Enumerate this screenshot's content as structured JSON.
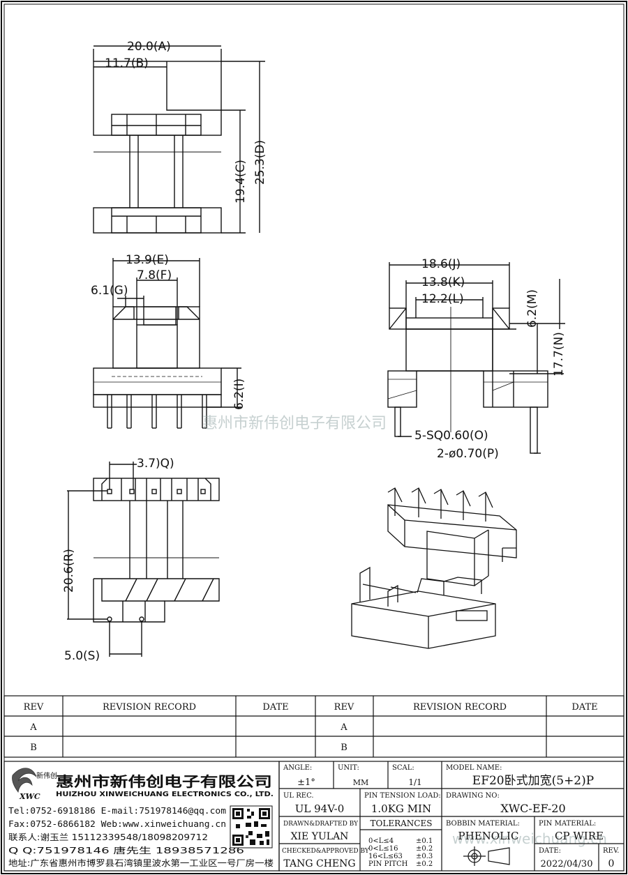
{
  "dimensions": {
    "A": "20.0(A)",
    "B": "11.7(B)",
    "C": "19.4(C)",
    "D": "25.3(D)",
    "E": "13.9(E)",
    "F": "7.8(F)",
    "G": "6.1(G)",
    "I": "6.2(I)",
    "J": "18.6(J)",
    "K": "13.8(K)",
    "L": "12.2(L)",
    "M": "6.2(M)",
    "N": "17.7(N)",
    "O": "5-SQ0.60(O)",
    "P": "2-ø0.70(P)",
    "Q": "3.7)Q)",
    "R": "20.6(R)",
    "S": "5.0(S)"
  },
  "watermark": {
    "company": "惠州市新伟创电子有限公司",
    "url": "www.xinweichuang.cn"
  },
  "revision_table": {
    "headers": [
      "REV",
      "REVISION RECORD",
      "DATE",
      "REV",
      "REVISION RECORD",
      "DATE"
    ],
    "rows": [
      [
        "A",
        "",
        "",
        "A",
        "",
        ""
      ],
      [
        "B",
        "",
        "",
        "B",
        "",
        ""
      ]
    ]
  },
  "company": {
    "name_cn": "惠州市新伟创电子有限公司",
    "name_en": "HUIZHOU XINWEICHUANG ELECTRONICS CO., LTD.",
    "logo_cn": "新伟创",
    "logo_en": "XWC",
    "tel_line": "Tel:0752-6918186 E-mail:751978146@qq.com",
    "fax_line": "Fax:0752-6866182 Web:www.xinweichuang.cn",
    "contact_line": "联系人:谢玉兰 15112339548/18098209712",
    "qq_line": "Q Q:751978146    唐先生 18938571286",
    "address_line": "地址:广东省惠州市博罗县石湾镇里波水第一工业区一号厂房一楼"
  },
  "title_block": {
    "angle_label": "ANGLE:",
    "angle_value": "±1°",
    "unit_label": "UNIT:",
    "unit_value": "MM",
    "scale_label": "SCAL:",
    "scale_value": "1/1",
    "model_label": "MODEL NAME:",
    "model_value": "EF20卧式加宽(5+2)P",
    "ul_label": "UL REC.",
    "ul_value": "UL 94V-0",
    "pin_tension_label": "PIN TENSION LOAD:",
    "pin_tension_value": "1.0KG MIN",
    "drawing_label": "DRAWING NO:",
    "drawing_value": "XWC-EF-20",
    "drawn_label": "DRAWN&DRAFTED BY",
    "drawn_value": "XIE YULAN",
    "tolerances_label": "TOLERANCES",
    "tolerance_rows": [
      [
        "0<L≤4",
        "±0.1"
      ],
      [
        "0<L≤16",
        "±0.2"
      ],
      [
        "16<L≤63",
        "±0.3"
      ],
      [
        "PIN PITCH",
        "±0.2"
      ]
    ],
    "bobbin_label": "BOBBIN MATERIAL:",
    "bobbin_value": "PHENOLIC",
    "pin_material_label": "PIN MATERIAL:",
    "pin_material_value": "CP WIRE",
    "checked_label": "CHECKED&APPROVED BY",
    "checked_value": "TANG CHENG",
    "date_label": "DATE:",
    "date_value": "2022/04/30",
    "rev_label": "REV.",
    "rev_value": "0"
  }
}
